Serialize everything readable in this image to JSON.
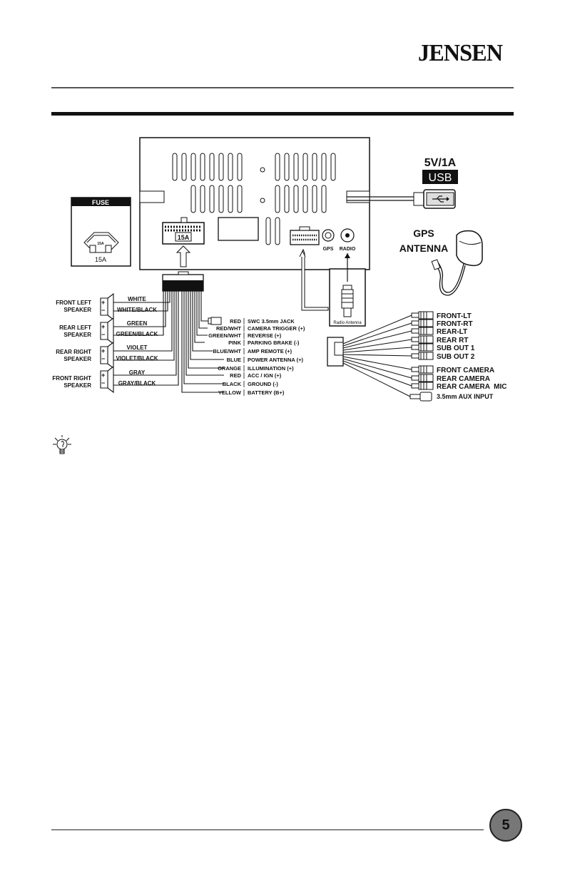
{
  "brand": {
    "logo_text": "JENSEN"
  },
  "page": {
    "number": "5"
  },
  "fuse": {
    "title": "FUSE",
    "label": "15A",
    "small_label": "15A"
  },
  "unit": {
    "connector_label": "15A",
    "gps_label": "GPS",
    "radio_label": "RADIO"
  },
  "usb": {
    "rating": "5V/1A",
    "label": "USB"
  },
  "gps_antenna": {
    "line1": "GPS",
    "line2": "ANTENNA"
  },
  "radio_antenna": {
    "label": "Radio Antenna"
  },
  "speakers": [
    {
      "name_line1": "FRONT LEFT",
      "name_line2": "SPEAKER",
      "pos_wire": "WHITE",
      "neg_wire": "WHITE/BLACK"
    },
    {
      "name_line1": "REAR LEFT",
      "name_line2": "SPEAKER",
      "pos_wire": "GREEN",
      "neg_wire": "GREEN/BLACK"
    },
    {
      "name_line1": "REAR RIGHT",
      "name_line2": "SPEAKER",
      "pos_wire": "VIOLET",
      "neg_wire": "VIOLET/BLACK"
    },
    {
      "name_line1": "FRONT RIGHT",
      "name_line2": "SPEAKER",
      "pos_wire": "GRAY",
      "neg_wire": "GRAY/BLACK"
    }
  ],
  "polarity": {
    "plus": "+",
    "minus": "−"
  },
  "harness_wires": [
    {
      "color": "RED",
      "function": "SWC 3.5mm JACK"
    },
    {
      "color": "RED/WHT",
      "function": "CAMERA TRIGGER (+)"
    },
    {
      "color": "GREEN/WHT",
      "function": "REVERSE (+)"
    },
    {
      "color": "PINK",
      "function": "PARKING BRAKE (-)"
    },
    {
      "color": "BLUE/WHT",
      "function": "AMP REMOTE (+)"
    },
    {
      "color": "BLUE",
      "function": "POWER ANTENNA (+)"
    },
    {
      "color": "ORANGE",
      "function": "ILLUMINATION (+)"
    },
    {
      "color": "RED",
      "function": "ACC / IGN (+)"
    },
    {
      "color": "BLACK",
      "function": "GROUND (-)"
    },
    {
      "color": "YELLOW",
      "function": "BATTERY (B+)"
    }
  ],
  "rca_outputs": [
    "FRONT-LT",
    "FRONT-RT",
    "REAR-LT",
    "REAR RT",
    "SUB OUT 1",
    "SUB OUT 2"
  ],
  "video_outputs": [
    "FRONT CAMERA",
    "REAR CAMERA",
    "REAR CAMERA  MIC"
  ],
  "aux_input": "3.5mm AUX INPUT",
  "tip_icon": "lightbulb-icon"
}
